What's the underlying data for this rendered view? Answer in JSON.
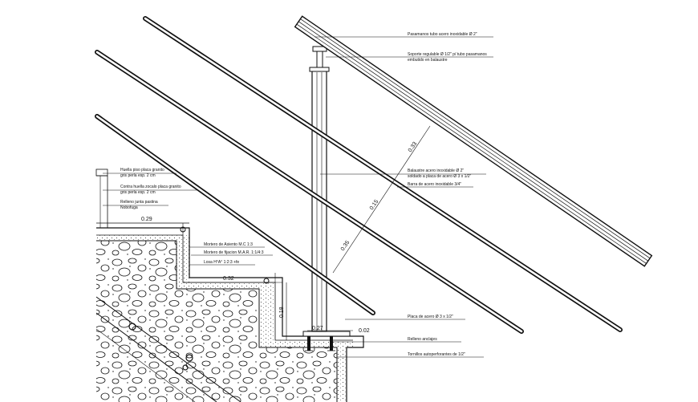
{
  "labels": {
    "handrail": "Pasamanos tubo acero inoxidable Ø 2\"",
    "support_1": "Soporte regulable Ø 1/2\" p/ tubo pasamanos",
    "support_2": "embutido en balaustre",
    "baluster_1": "Balaustre acero inoxidable Ø 2\"",
    "baluster_2": "soldado a placa de acero Ø 3 x 1/2\"",
    "bar": "Barra de acero inoxidable 3/4\"",
    "plate": "Placa de acero Ø 3 x 1/2\"",
    "anchor": "Relleno anclajes",
    "screws": "Tornillos autoperforantes de 1/2\"",
    "tread_1": "Huella piso placa granito",
    "tread_2": "gris perla esp. 2 cm",
    "riser_1": "Contra huella zocalo placa granito",
    "riser_2": "gris perla esp. 2 cm",
    "fill_1": "Relleno junta pastina",
    "fill_2": "Nobofuga",
    "mortar_1": "Mortero de Asiento M.C 1:3",
    "mortar_2": "Mortero de fijacion M.A.R. 1:1/4:3",
    "slab": "Losa H°A° 1:2:3 +fe"
  },
  "dimensions": {
    "d029": "0.29",
    "d032": "0.32",
    "d018": "0.18",
    "d027": "0.27",
    "d002": "0.02",
    "d033": "0.33",
    "d015": "0.15",
    "d035": "0.35"
  }
}
